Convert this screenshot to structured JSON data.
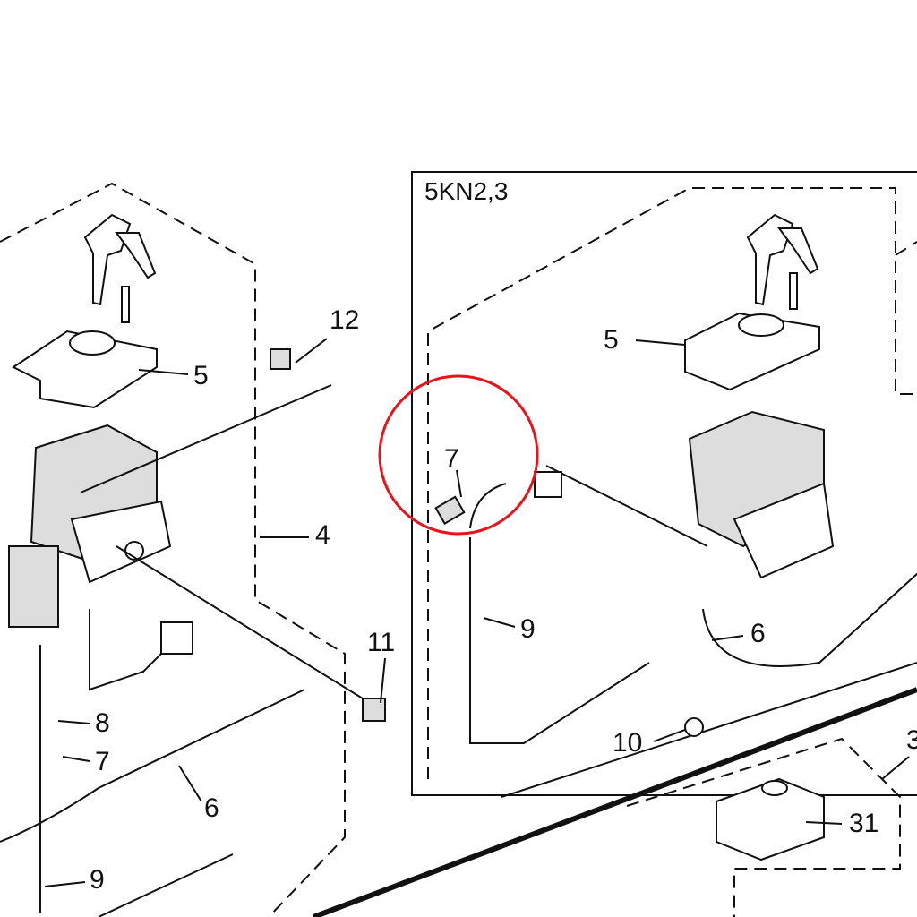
{
  "diagram": {
    "inset_title": "5KN2,3",
    "highlight_color": "#e8141c",
    "left_labels": {
      "l12": "12",
      "l5": "5",
      "l4": "4",
      "l11": "11",
      "l8": "8",
      "l7": "7",
      "l6": "6",
      "l9": "9"
    },
    "inset_labels": {
      "l5": "5",
      "l7": "7",
      "l9": "9",
      "l6": "6",
      "l10": "10"
    },
    "bottom_labels": {
      "l31": "31",
      "l3": "3"
    }
  }
}
